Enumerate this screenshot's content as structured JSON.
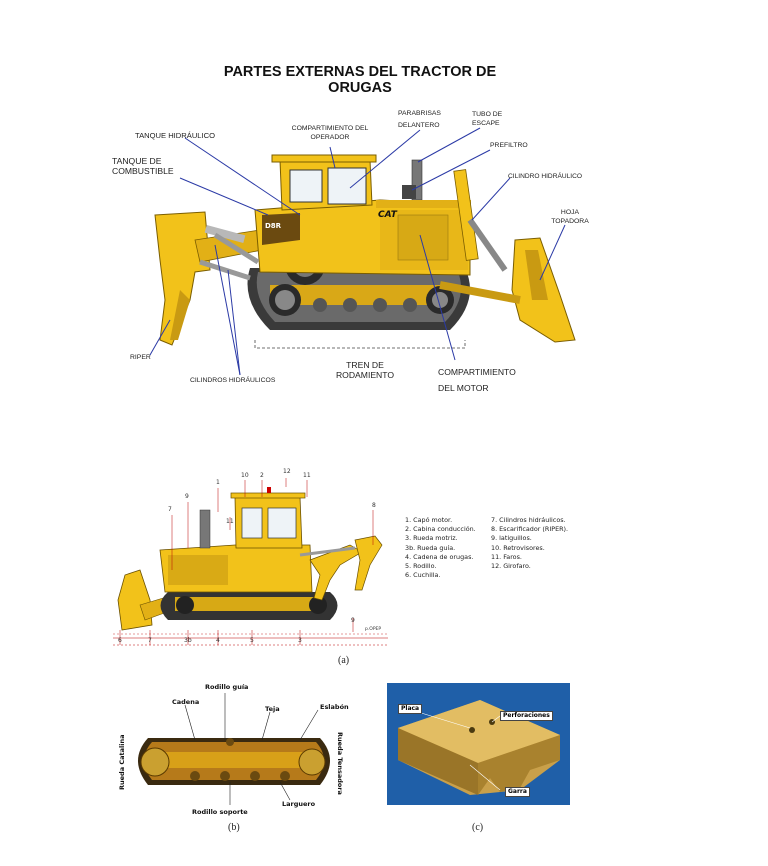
{
  "title": {
    "line1": "PARTES EXTERNAS DEL TRACTOR DE",
    "line2": "ORUGAS"
  },
  "top_labels": {
    "tanque_hidraulico": "TANQUE HIDRÁULICO",
    "compartimiento_operador_1": "COMPARTIMIENTO DEL",
    "compartimiento_operador_2": "OPERADOR",
    "parabrisas_1": "PARABRISAS",
    "parabrisas_2": "DELANTERO",
    "tubo_escape_1": "TUBO DE",
    "tubo_escape_2": "ESCAPE",
    "prefiltro": "PREFILTRO",
    "tanque_combustible_1": "TANQUE DE",
    "tanque_combustible_2": "COMBUSTIBLE",
    "cilindro_hidraulico": "CILINDRO HIDRÁULICO",
    "hoja_topadora_1": "HOJA",
    "hoja_topadora_2": "TOPADORA",
    "riper": "RIPER",
    "cilindros_hidraulicos": "CILINDROS HIDRÁULICOS",
    "tren_1": "TREN DE",
    "tren_2": "RODAMIENTO",
    "comp_motor_1": "COMPARTIMIENTO",
    "comp_motor_2": "DEL MOTOR",
    "model_badge": "D8R",
    "brand_badge": "CAT"
  },
  "figure_a": {
    "caption": "(a)",
    "legend_left": [
      "1. Capó motor.",
      "2. Cabina conducción.",
      "3. Rueda motriz.",
      "3b. Rueda guía.",
      "4. Cadena de orugas.",
      "5. Rodillo.",
      "6. Cuchilla."
    ],
    "legend_right": [
      "7. Cilindros hidráulicos.",
      "8. Escarificador (RIPER).",
      "9. latiguillos.",
      "10. Retrovisores.",
      "11. Faros.",
      "12. Girofaro."
    ],
    "callouts_top": [
      "10",
      "2",
      "12",
      "11"
    ],
    "callouts_left": [
      "9",
      "7",
      "1",
      "11"
    ],
    "callouts_bottom": [
      "6",
      "7",
      "3b",
      "4",
      "5",
      "3"
    ],
    "callout_right_top": "8",
    "callout_right_bottom": "9",
    "credit": "p.OPEP"
  },
  "figure_b": {
    "caption": "(b)",
    "labels": {
      "rodillo_guia": "Rodillo guía",
      "cadena": "Cadena",
      "teja": "Teja",
      "eslabon": "Eslabón",
      "rueda_catalina": "Rueda Catalina",
      "rueda_tensadora": "Rueda Tensadora",
      "rodillo_soporte": "Rodillo soporte",
      "larguero": "Larguero"
    }
  },
  "figure_c": {
    "caption": "(c)",
    "labels": {
      "placa": "Placa",
      "perforaciones": "Perforaciones",
      "garra": "Garra"
    }
  },
  "colors": {
    "cat_yellow": "#f2c21a",
    "dark_yellow": "#c99a12",
    "track_dark": "#3a3a3a",
    "blue_bg": "#1f5fa8"
  }
}
